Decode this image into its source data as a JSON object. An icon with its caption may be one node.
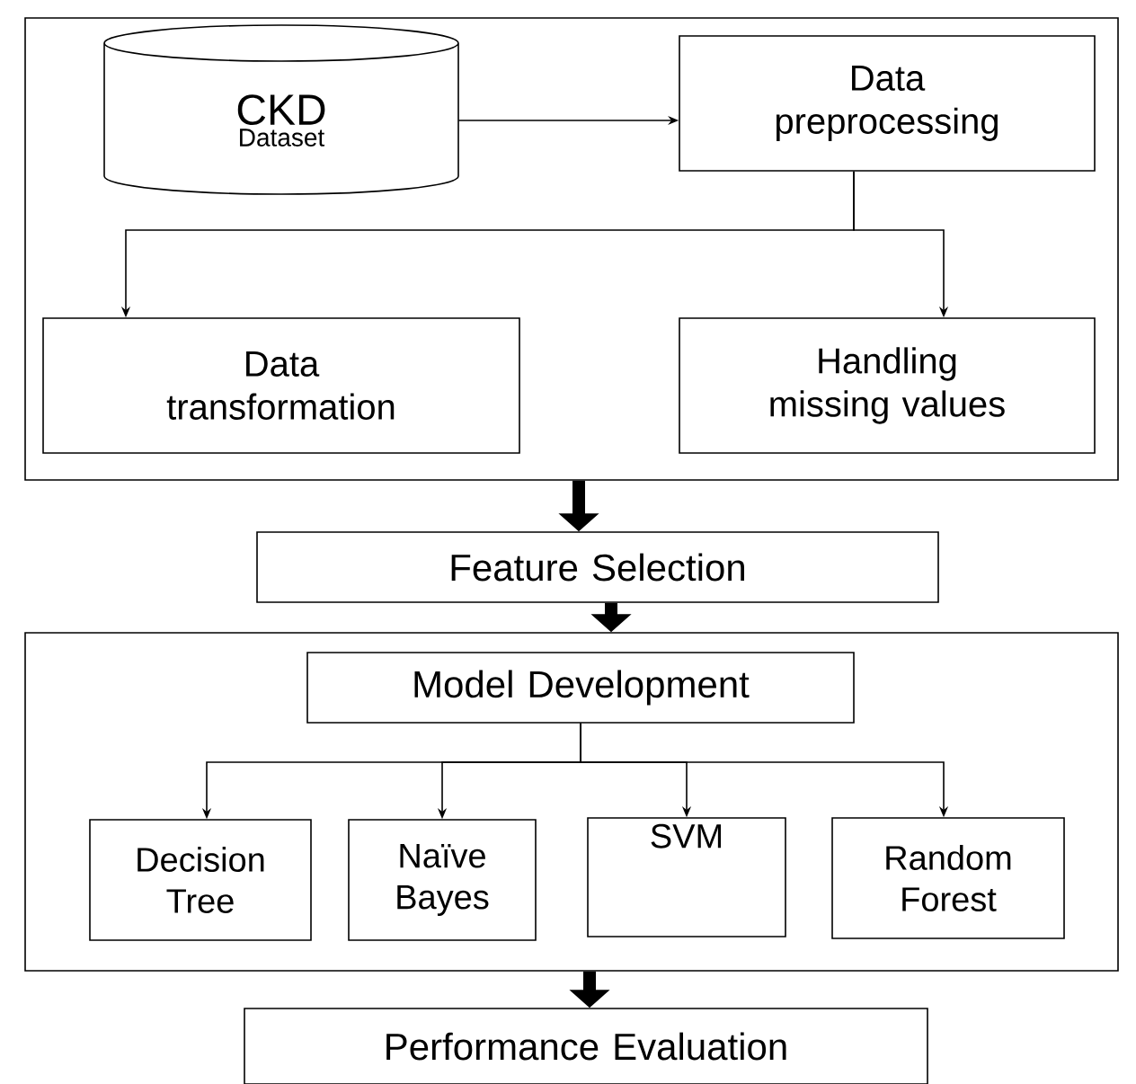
{
  "diagram": {
    "nodes": [
      {
        "text": [],
        "shape": "box"
      },
      {
        "text": [
          "CKD",
          "Dataset"
        ],
        "in": 0
      },
      {
        "text": [
          "Data preprocessing"
        ],
        "in": 0
      },
      {
        "text": [
          "Data transformation"
        ],
        "in": 0
      },
      {
        "text": [
          "Handling missing values"
        ],
        "in": 0
      },
      {
        "text": [
          "Feature Selection"
        ]
      },
      {
        "text": [],
        "shape": "box"
      },
      {
        "text": [
          "Model Development"
        ],
        "in": 6
      },
      {
        "text": [
          "Decision Tree"
        ],
        "in": 6
      },
      {
        "text": [
          "Naïve Bayes"
        ],
        "in": 6
      },
      {
        "text": [
          "SVM"
        ],
        "in": 6
      },
      {
        "text": [
          "Random Forest"
        ],
        "in": 6
      },
      {
        "text": [
          "Performance Evaluation"
        ]
      }
    ],
    "edges": [
      {
        "from": 1,
        "to": 2,
        "arrow": "to"
      },
      {
        "from": 2,
        "to": 3,
        "arrow": "to"
      },
      {
        "from": 2,
        "to": 4,
        "arrow": "to"
      },
      {
        "from": 0,
        "to": 5,
        "arrow": "to",
        "style": "thick"
      },
      {
        "from": 5,
        "to": 6,
        "arrow": "to",
        "style": "thick"
      },
      {
        "from": 7,
        "to": 8,
        "arrow": "to"
      },
      {
        "from": 7,
        "to": 9,
        "arrow": "to"
      },
      {
        "from": 7,
        "to": 10,
        "arrow": "to"
      },
      {
        "from": 7,
        "to": 11,
        "arrow": "to"
      },
      {
        "from": 6,
        "to": 12,
        "arrow": "to",
        "style": "thick"
      }
    ]
  }
}
